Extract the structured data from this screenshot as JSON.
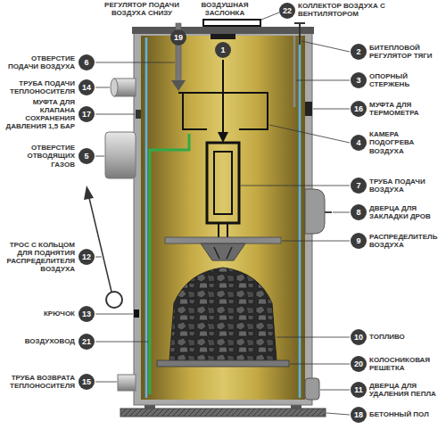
{
  "diagram": {
    "nodes": [
      {
        "text": [
          "19"
        ]
      },
      {
        "text": [
          "1"
        ]
      },
      {
        "text": [
          "22"
        ]
      },
      {
        "text": [
          "6"
        ]
      },
      {
        "text": [
          "14"
        ]
      },
      {
        "text": [
          "17"
        ]
      },
      {
        "text": [
          "5"
        ]
      },
      {
        "text": [
          "12"
        ]
      },
      {
        "text": [
          "13"
        ]
      },
      {
        "text": [
          "21"
        ]
      },
      {
        "text": [
          "15"
        ]
      },
      {
        "text": [
          "2"
        ]
      },
      {
        "text": [
          "3"
        ]
      },
      {
        "text": [
          "16"
        ]
      },
      {
        "text": [
          "4"
        ]
      },
      {
        "text": [
          "7"
        ]
      },
      {
        "text": [
          "8"
        ]
      },
      {
        "text": [
          "9"
        ]
      },
      {
        "text": [
          "10"
        ]
      },
      {
        "text": [
          "20"
        ]
      },
      {
        "text": [
          "11"
        ]
      },
      {
        "text": [
          "18"
        ]
      }
    ],
    "labels": [
      "РЕГУЛЯТОР ПОДАЧИ ВОЗДУХА СНИЗУ",
      "ВОЗДУШНАЯ ЗАСЛОНКА",
      "КОЛЛЕКТОР ВОЗДУХА С ВЕНТИЛЯТОРОМ",
      "ОТВЕРСТИЕ ПОДАЧИ ВОЗДУХА",
      "ТРУБА ПОДАЧИ ТЕПЛОНОСИТЕЛЯ",
      "МУФТА ДЛЯ КЛАПАНА СОХРАНЕНИЯ ДАВЛЕНИЯ 1,5 БАР",
      "ОТВЕРСТИЕ ОТВОДЯЩИХ ГАЗОВ",
      "ТРОС С КОЛЬЦОМ ДЛЯ ПОДНЯТИЯ РАСПРЕДЕЛИТЕЛЯ ВОЗДУХА",
      "КРЮЧОК",
      "ВОЗДУХОВОД",
      "ТРУБА ВОЗВРАТА ТЕПЛОНОСИТЕЛЯ",
      "БИТЕПЛОВОЙ РЕГУЛЯТОР ТЯГИ",
      "ОПОРНЫЙ СТЕРЖЕНЬ",
      "МУФТА ДЛЯ ТЕРМОМЕТРА",
      "КАМЕРА ПОДОГРЕВА ВОЗДУХА",
      "ТРУБА ПОДАЧИ ВОЗДУХА",
      "ДВЕРЦА ДЛЯ ЗАКЛАДКИ ДРОВ",
      "РАСПРЕДЕЛИТЕЛЬ ВОЗДУХА",
      "ТОПЛИВО",
      "КОЛОСНИКОВАЯ РЕШЕТКА",
      "ДВЕРЦА ДЛЯ УДАЛЕНИЯ ПЕПЛА",
      "БЕТОННЫЙ ПОЛ"
    ]
  }
}
